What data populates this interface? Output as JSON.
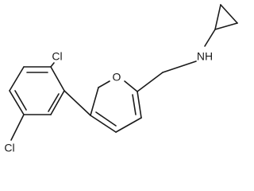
{
  "molecule": {
    "labels": {
      "chlorine_top": "Cl",
      "chlorine_bottom": "Cl",
      "furan_oxygen": "O",
      "amine": "NH"
    }
  }
}
